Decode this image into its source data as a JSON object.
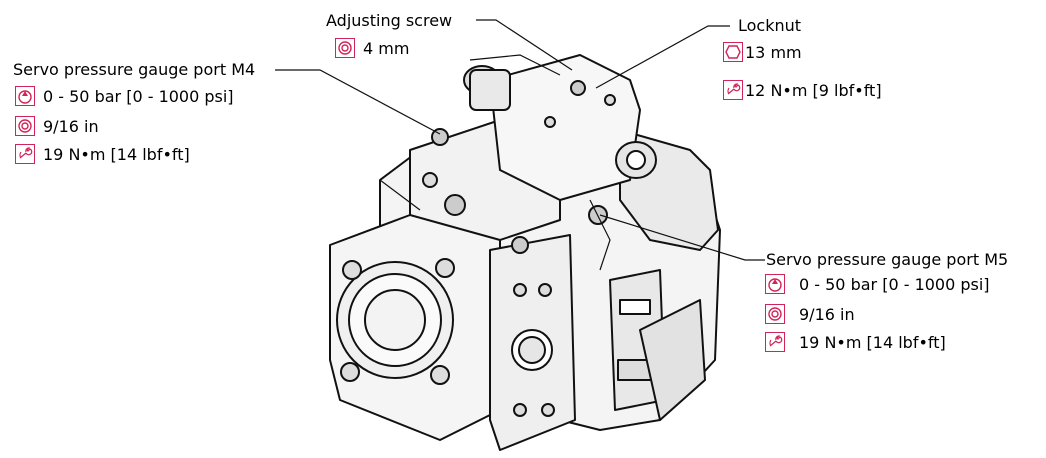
{
  "accent_color": "#d3245a",
  "callouts": {
    "adjusting_screw": {
      "title": "Adjusting screw",
      "specs": [
        {
          "icon": "socket-size-icon",
          "text": "4 mm"
        }
      ]
    },
    "locknut": {
      "title": "Locknut",
      "specs": [
        {
          "icon": "hex-nut-icon",
          "text": "13 mm"
        },
        {
          "icon": "torque-wrench-icon",
          "text": "12 N•m [9 lbf•ft]"
        }
      ]
    },
    "port_m4": {
      "title": "Servo pressure gauge port M4",
      "specs": [
        {
          "icon": "pressure-gauge-icon",
          "text": "0 - 50 bar [0 - 1000 psi]"
        },
        {
          "icon": "socket-size-icon",
          "text": "9/16 in"
        },
        {
          "icon": "torque-wrench-icon",
          "text": "19 N•m [14 lbf•ft]"
        }
      ]
    },
    "port_m5": {
      "title": "Servo pressure gauge port M5",
      "specs": [
        {
          "icon": "pressure-gauge-icon",
          "text": "0 - 50 bar [0 - 1000 psi]"
        },
        {
          "icon": "socket-size-icon",
          "text": "9/16 in"
        },
        {
          "icon": "torque-wrench-icon",
          "text": "19 N•m [14 lbf•ft]"
        }
      ]
    }
  }
}
